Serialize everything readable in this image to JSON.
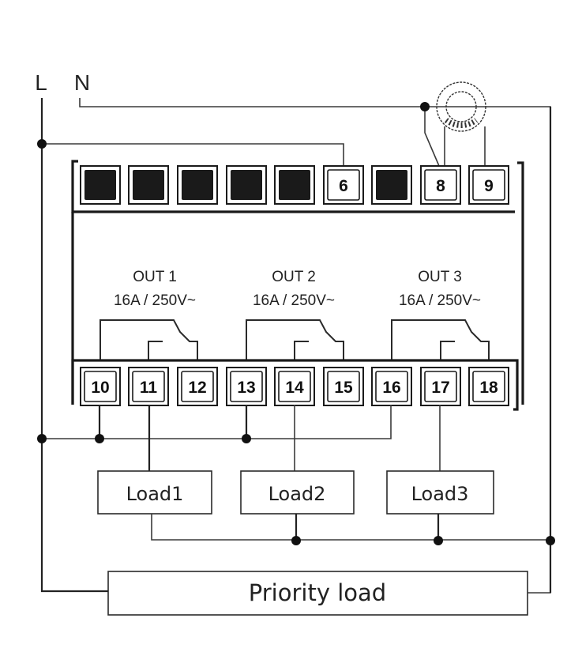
{
  "title": "Wiring diagram: load shedding relay with current transformer",
  "supply": {
    "line_label": "L",
    "neutral_label": "N"
  },
  "top_terminals": [
    {
      "label": "",
      "blank": true
    },
    {
      "label": "",
      "blank": true
    },
    {
      "label": "",
      "blank": true
    },
    {
      "label": "",
      "blank": true
    },
    {
      "label": "",
      "blank": true
    },
    {
      "label": "6",
      "blank": false
    },
    {
      "label": "",
      "blank": true
    },
    {
      "label": "8",
      "blank": false
    },
    {
      "label": "9",
      "blank": false
    }
  ],
  "outputs": [
    {
      "name": "OUT 1",
      "rating": "16A / 250V~",
      "terminals": [
        "10",
        "11",
        "12"
      ]
    },
    {
      "name": "OUT 2",
      "rating": "16A / 250V~",
      "terminals": [
        "13",
        "14",
        "15"
      ]
    },
    {
      "name": "OUT 3",
      "rating": "16A / 250V~",
      "terminals": [
        "16",
        "17",
        "18"
      ]
    }
  ],
  "bottom_terminals": [
    "10",
    "11",
    "12",
    "13",
    "14",
    "15",
    "16",
    "17",
    "18"
  ],
  "loads": [
    {
      "label": "Load1",
      "terminal": "11"
    },
    {
      "label": "Load2",
      "terminal": "14"
    },
    {
      "label": "Load3",
      "terminal": "17"
    }
  ],
  "priority_load": {
    "label": "Priority load"
  },
  "current_transformer": {
    "icon": "toroid-current-transformer-icon",
    "terminals": [
      "8",
      "9"
    ]
  },
  "colors": {
    "line": "#3a3a3a",
    "fill_blank_terminal": "#1a1a1a",
    "background": "#ffffff"
  }
}
